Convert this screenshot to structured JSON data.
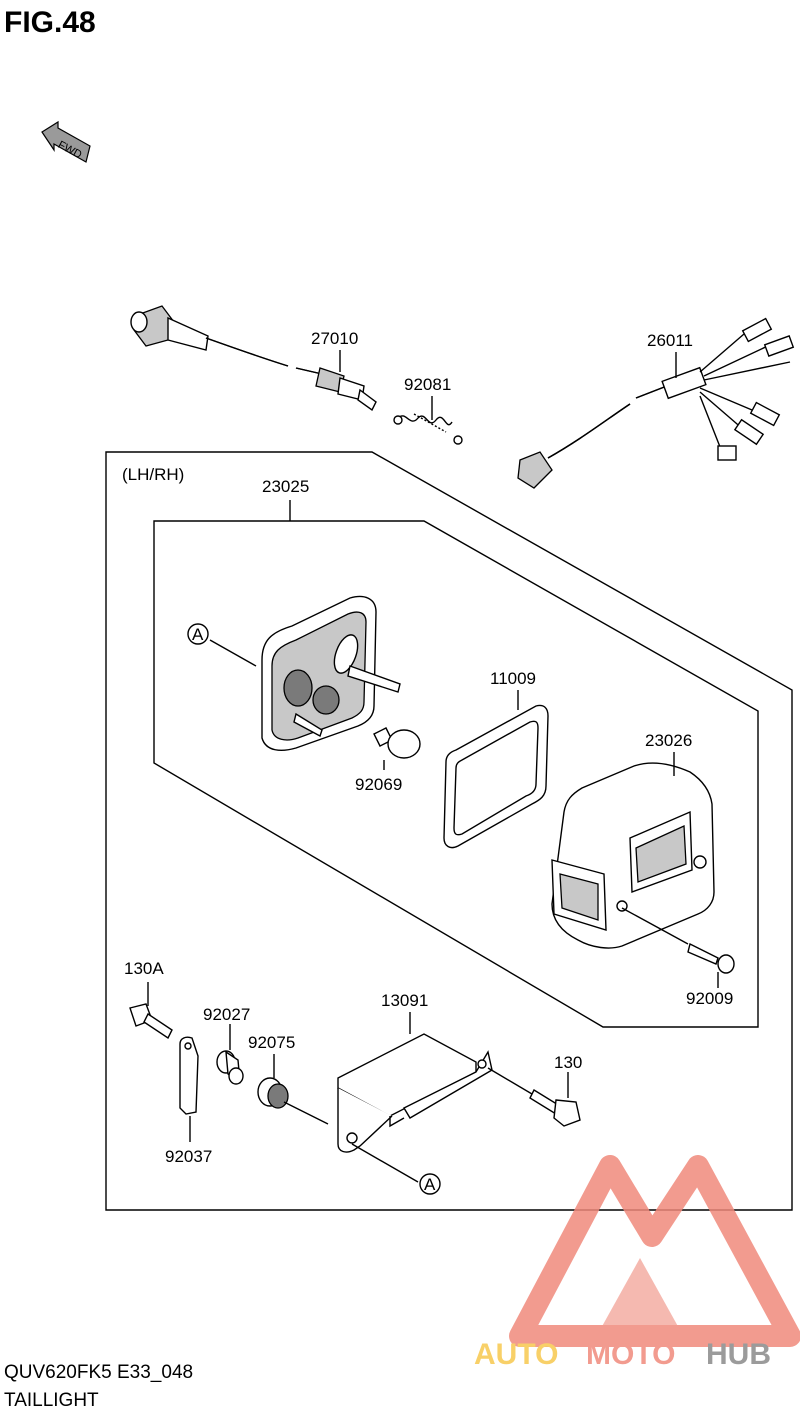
{
  "figure": {
    "title": "FIG.48",
    "fwd_label": "FWD"
  },
  "group_label": "(LH/RH)",
  "reference_mark": "A",
  "parts": {
    "p27010": "27010",
    "p92081": "92081",
    "p26011": "26011",
    "p23025": "23025",
    "p11009": "11009",
    "p92069": "92069",
    "p23026": "23026",
    "p92009": "92009",
    "p130A": "130A",
    "p92027": "92027",
    "p92075": "92075",
    "p13091": "13091",
    "p130": "130",
    "p92037": "92037"
  },
  "footer": {
    "model_code": "QUV620FK5 E33_048",
    "section": "TAILLIGHT"
  },
  "watermark": {
    "word_auto": "AUTO",
    "word_moto": "MOTO",
    "word_hub": "HUB",
    "colors": {
      "auto": "#f7c84e",
      "moto": "#f08a7c",
      "hub": "#8a8a8a",
      "logo": "#f08a7c"
    }
  }
}
